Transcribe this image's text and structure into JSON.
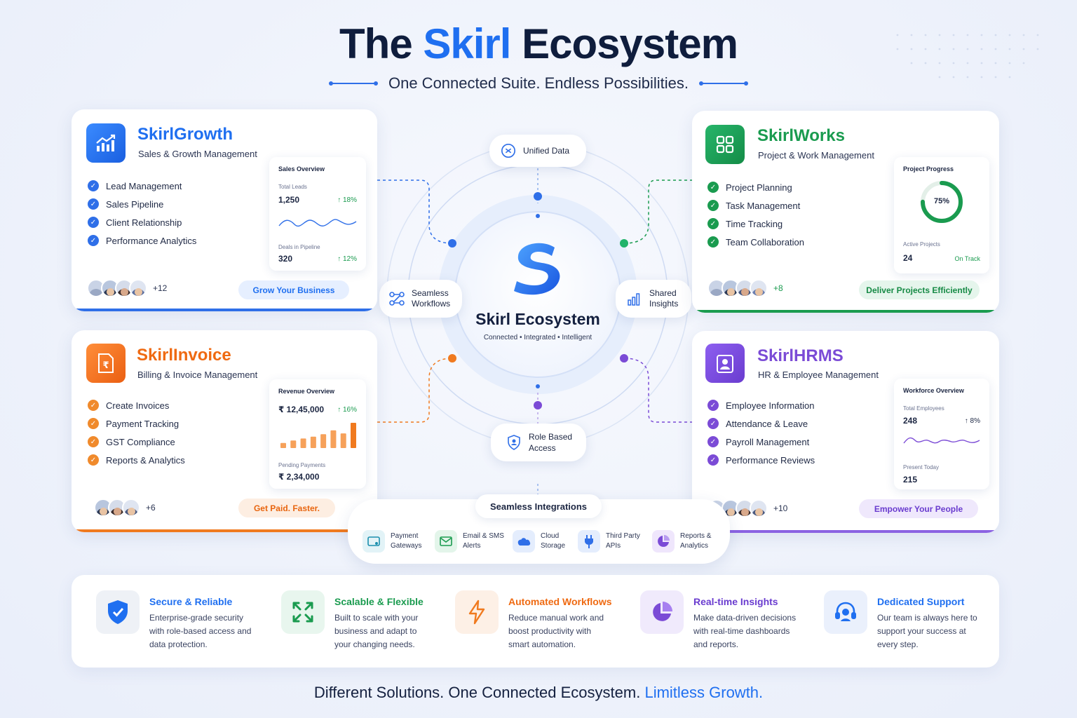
{
  "header": {
    "title_pre": "The ",
    "title_brand": "Skirl",
    "title_post": " Ecosystem",
    "subtitle": "One Connected Suite. Endless Possibilities."
  },
  "colors": {
    "blue": "#1f6ff0",
    "green": "#1a9b4f",
    "orange": "#f07a1f",
    "purple": "#7b4bd6",
    "navy": "#0f1d3d"
  },
  "cards": {
    "growth": {
      "title": "SkirlGrowth",
      "subtitle": "Sales & Growth Management",
      "icon": "trend-chart-icon",
      "features": [
        "Lead Management",
        "Sales Pipeline",
        "Client Relationship",
        "Performance Analytics"
      ],
      "mini": {
        "title": "Sales Overview",
        "label1": "Total Leads",
        "value1": "1,250",
        "growth1": "↑ 18%",
        "label2": "Deals in Pipeline",
        "value2": "320",
        "growth2": "↑ 12%"
      },
      "more": "+12",
      "cta": "Grow Your Business"
    },
    "works": {
      "title": "SkirlWorks",
      "subtitle": "Project & Work Management",
      "icon": "grid-apps-icon",
      "features": [
        "Project Planning",
        "Task Management",
        "Time Tracking",
        "Team Collaboration"
      ],
      "mini": {
        "title": "Project Progress",
        "progress_label": "75%",
        "progress": 0.75,
        "label2": "Active Projects",
        "value2": "24",
        "status": "On Track"
      },
      "more": "+8",
      "cta": "Deliver Projects Efficiently"
    },
    "invoice": {
      "title": "SkirlInvoice",
      "subtitle": "Billing & Invoice Management",
      "icon": "rupee-document-icon",
      "features": [
        "Create Invoices",
        "Payment Tracking",
        "GST Compliance",
        "Reports & Analytics"
      ],
      "mini": {
        "title": "Revenue Overview",
        "value1": "₹ 12,45,000",
        "growth1": "↑ 16%",
        "bars": [
          0.2,
          0.3,
          0.38,
          0.45,
          0.55,
          0.7,
          0.58,
          1.0
        ],
        "label2": "Pending Payments",
        "value2": "₹ 2,34,000"
      },
      "more": "+6",
      "cta": "Get Paid. Faster."
    },
    "hrms": {
      "title": "SkirlHRMS",
      "subtitle": "HR & Employee Management",
      "icon": "employee-badge-icon",
      "features": [
        "Employee Information",
        "Attendance & Leave",
        "Payroll Management",
        "Performance Reviews"
      ],
      "mini": {
        "title": "Workforce Overview",
        "label1": "Total Employees",
        "value1": "248",
        "growth1": "↑ 8%",
        "label2": "Present Today",
        "value2": "215"
      },
      "more": "+10",
      "cta": "Empower Your People"
    }
  },
  "center": {
    "title": "Skirl Ecosystem",
    "tagline": "Connected • Integrated • Intelligent",
    "nodes": {
      "unified": "Unified Data",
      "workflows_1": "Seamless",
      "workflows_2": "Workflows",
      "insights_1": "Shared",
      "insights_2": "Insights",
      "access_1": "Role Based",
      "access_2": "Access"
    }
  },
  "integrations": {
    "title": "Seamless Integrations",
    "items": [
      {
        "l1": "Payment",
        "l2": "Gateways",
        "icon": "payment-icon"
      },
      {
        "l1": "Email & SMS",
        "l2": "Alerts",
        "icon": "mail-icon"
      },
      {
        "l1": "Cloud",
        "l2": "Storage",
        "icon": "cloud-icon"
      },
      {
        "l1": "Third Party",
        "l2": "APIs",
        "icon": "plug-icon"
      },
      {
        "l1": "Reports &",
        "l2": "Analytics",
        "icon": "pie-chart-icon"
      }
    ]
  },
  "benefits": [
    {
      "title": "Secure & Reliable",
      "desc": "Enterprise-grade security with role-based access and data protection.",
      "icon": "shield-check-icon"
    },
    {
      "title": "Scalable & Flexible",
      "desc": "Built to scale with your business and adapt to your changing needs.",
      "icon": "expand-arrows-icon"
    },
    {
      "title": "Automated Workflows",
      "desc": "Reduce manual work and boost productivity with smart automation.",
      "icon": "lightning-icon"
    },
    {
      "title": "Real-time Insights",
      "desc": "Make data-driven decisions with real-time dashboards and reports.",
      "icon": "pie-chart-icon"
    },
    {
      "title": "Dedicated Support",
      "desc": "Our team is always here to support your success at every step.",
      "icon": "headset-icon"
    }
  ],
  "footer": {
    "main": "Different Solutions. One Connected Ecosystem.",
    "accent": "Limitless Growth."
  }
}
